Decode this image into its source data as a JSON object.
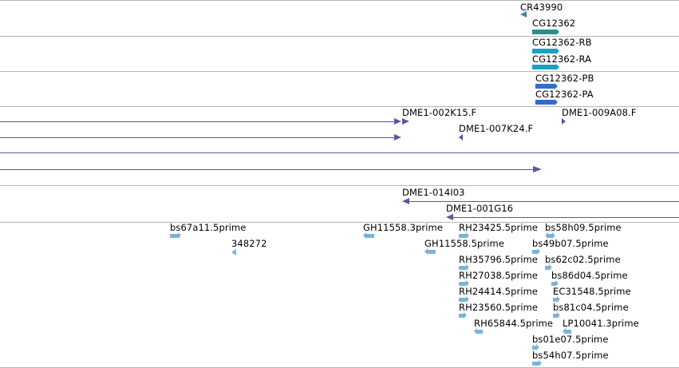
{
  "colors": {
    "ncrna": "#3a8a96",
    "gene": "#2b8f8f",
    "mrna": "#19a3c0",
    "protein": "#2f6dcc",
    "clone": "#6a4fa0",
    "est": "#78b4dc",
    "separator": "#b6b6b6"
  },
  "tracks": {
    "ncrna": {
      "features": [
        {
          "name": "CR43990"
        }
      ]
    },
    "gene": {
      "features": [
        {
          "name": "CG12362"
        }
      ]
    },
    "transcripts": {
      "features": [
        {
          "name": "CG12362-RB"
        },
        {
          "name": "CG12362-RA"
        }
      ]
    },
    "proteins": {
      "features": [
        {
          "name": "CG12362-PB"
        },
        {
          "name": "CG12362-PA"
        }
      ]
    },
    "clones_a": {
      "features": [
        {
          "name": "DME1-002K15.F"
        },
        {
          "name": "DME1-009A08.F"
        },
        {
          "name": "DME1-007K24.F"
        }
      ]
    },
    "clones_b": {
      "features": [
        {
          "name": "DME1-014I03"
        },
        {
          "name": "DME1-001G16"
        }
      ]
    },
    "ests": {
      "features": [
        {
          "name": "bs67a11.5prime"
        },
        {
          "name": "348272"
        },
        {
          "name": "GH11558.3prime"
        },
        {
          "name": "GH11558.5prime"
        },
        {
          "name": "RH23425.5prime"
        },
        {
          "name": "bs58h09.5prime"
        },
        {
          "name": "bs49b07.5prime"
        },
        {
          "name": "RH35796.5prime"
        },
        {
          "name": "bs62c02.5prime"
        },
        {
          "name": "RH27038.5prime"
        },
        {
          "name": "bs86d04.5prime"
        },
        {
          "name": "RH24414.5prime"
        },
        {
          "name": "EC31548.5prime"
        },
        {
          "name": "RH23560.5prime"
        },
        {
          "name": "bs81c04.5prime"
        },
        {
          "name": "RH65844.5prime"
        },
        {
          "name": "LP10041.3prime"
        },
        {
          "name": "bs01e07.5prime"
        },
        {
          "name": "bs54h07.5prime"
        }
      ]
    }
  }
}
